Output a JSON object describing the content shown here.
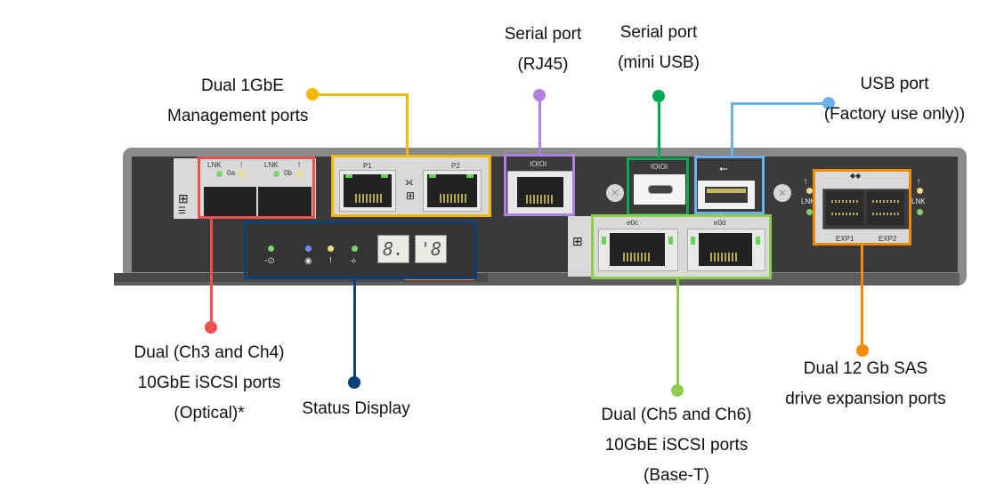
{
  "title": "Controller rear panel port diagram",
  "colors": {
    "management": "#f5b800",
    "serial_rj45": "#b07fe0",
    "serial_mini_usb": "#00a84f",
    "usb": "#6cb0f0",
    "sas": "#f28c00",
    "iscsi_optical": "#f05050",
    "status_display": "#0b3f7a",
    "iscsi_baset": "#8ccf4d"
  },
  "callouts": {
    "management": {
      "lines": [
        "Dual 1GbE",
        "Management ports"
      ]
    },
    "serial_rj45": {
      "lines": [
        "Serial port",
        "(RJ45)"
      ]
    },
    "serial_mini_usb": {
      "lines": [
        "Serial port",
        "(mini USB)"
      ]
    },
    "usb": {
      "lines": [
        "USB port",
        "(Factory use only))"
      ]
    },
    "iscsi_optical": {
      "lines": [
        "Dual (Ch3 and Ch4)",
        "10GbE iSCSI ports",
        "(Optical)*"
      ]
    },
    "status_display": {
      "lines": [
        "Status Display"
      ]
    },
    "iscsi_baset": {
      "lines": [
        "Dual (Ch5 and Ch6)",
        "10GbE iSCSI ports",
        "(Base-T)"
      ]
    },
    "sas": {
      "lines": [
        "Dual 12 Gb SAS",
        "drive expansion ports"
      ]
    }
  },
  "panel_labels": {
    "optical_lnk_a": "LNK",
    "optical_excl_a": "!",
    "optical_port_a": "0a",
    "optical_lnk_b": "LNK",
    "optical_excl_b": "!",
    "optical_port_b": "0b",
    "mgmt_p1": "P1",
    "mgmt_p2": "P2",
    "serial_rj45_glyph": "IOIOI",
    "serial_usb_glyph": "IOIOI",
    "usb_glyph": "⭠",
    "baset_e0c": "e0c",
    "baset_e0d": "e0d",
    "sas_exp1": "EXP1",
    "sas_exp2": "EXP2",
    "sas_glyph": "◆◆",
    "sas_lnk_left": "LNK",
    "sas_excl_left": "!",
    "sas_lnk_right": "LNK",
    "sas_excl_right": "!",
    "status_digit_1": "8.",
    "status_digit_2": "'8",
    "status_icon_1": "-⊙",
    "status_icon_2": "◉",
    "status_icon_3": "!",
    "status_icon_4": "⟡"
  }
}
